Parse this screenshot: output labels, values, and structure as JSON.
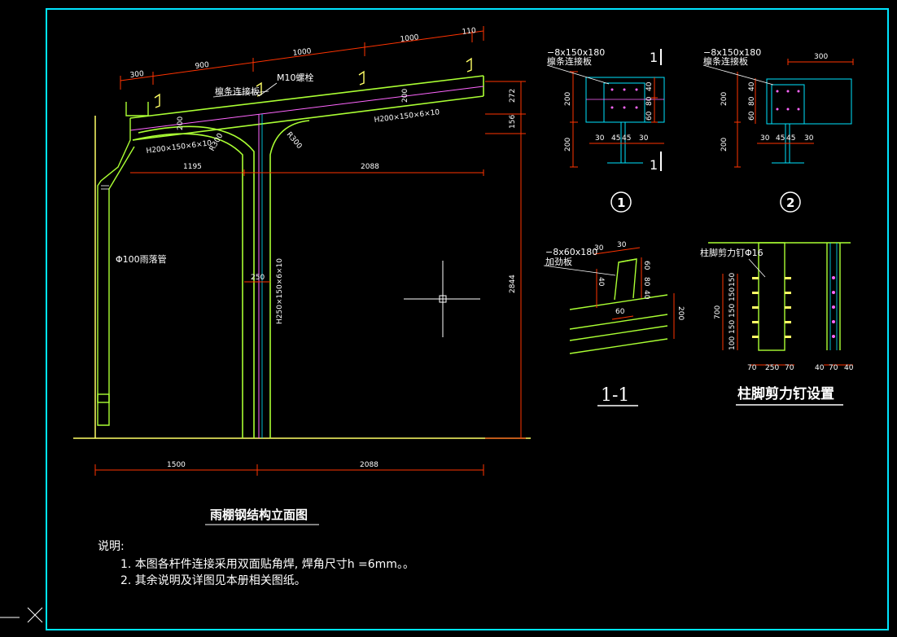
{
  "elevation": {
    "title": "雨棚钢结构立面图",
    "top_dims": [
      "300",
      "900",
      "1000",
      "1000",
      "110"
    ],
    "label_purlin_plate": "檩条连接板",
    "label_bolt": "M10螺栓",
    "beam_left": "H200×150×6×10",
    "beam_right": "H200×150×6×10",
    "column": "H250×150×6×10",
    "pipe": "Φ100雨落管",
    "radius_left": "R300",
    "radius_right": "R300",
    "dim_1195": "1195",
    "dim_2088_top": "2088",
    "dim_250": "250",
    "dim_200_left": "200",
    "dim_200_right": "200",
    "dim_272": "272",
    "dim_156": "156",
    "dim_2844": "2844",
    "bottom_1500": "1500",
    "bottom_2088": "2088"
  },
  "detail1": {
    "plate": "−8x150x180",
    "label": "檩条连接板",
    "h200a": "200",
    "h200b": "200",
    "d40": "40",
    "d80": "80",
    "d60": "60",
    "b30a": "30",
    "b45a": "45",
    "b45b": "45",
    "b30b": "30",
    "sec": "1",
    "number": "1"
  },
  "detail2": {
    "plate": "−8x150x180",
    "label": "檩条连接板",
    "d300": "300",
    "h200a": "200",
    "h200b": "200",
    "d60": "60",
    "d80": "80",
    "d40": "40",
    "b30a": "30",
    "b45a": "45",
    "b45b": "45",
    "b30b": "30",
    "number": "2"
  },
  "section11": {
    "plate": "−8x60x180",
    "label": "加劲板",
    "d30a": "30",
    "d30b": "30",
    "d60": "60",
    "d80": "80",
    "d40": "40",
    "d60b": "60",
    "d40b": "40",
    "d200": "200",
    "title": "1-1"
  },
  "shear": {
    "label": "柱脚剪力钉Φ16",
    "d150a": "150",
    "d150b": "150",
    "d150c": "150",
    "d150d": "150",
    "d100": "100",
    "d700": "700",
    "b70a": "70",
    "b250": "250",
    "b70b": "70",
    "c40a": "40",
    "c70": "70",
    "c40b": "40",
    "title": "柱脚剪力钉设置"
  },
  "notes": {
    "heading": "说明:",
    "line1": "1.  本图各杆件连接采用双面贴角焊, 焊角尺寸h =6mm。。",
    "line2": "2.  其余说明及详图见本册相关图纸。"
  }
}
